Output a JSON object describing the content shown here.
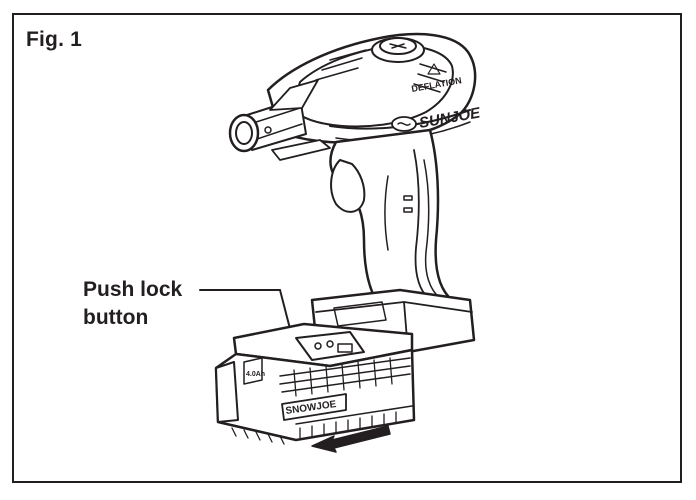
{
  "figure": {
    "label": "Fig. 1"
  },
  "callout": {
    "line1": "Push lock",
    "line2": "button"
  },
  "product": {
    "brand_tool": "SUNJOE",
    "brand_battery": "SNOWJOE",
    "deflate_label": "DEFLATION",
    "battery_badge": "4.0Ah"
  },
  "colors": {
    "line": "#231f20",
    "background": "#ffffff"
  },
  "icons": {
    "arrow": "left-arrow-icon"
  }
}
